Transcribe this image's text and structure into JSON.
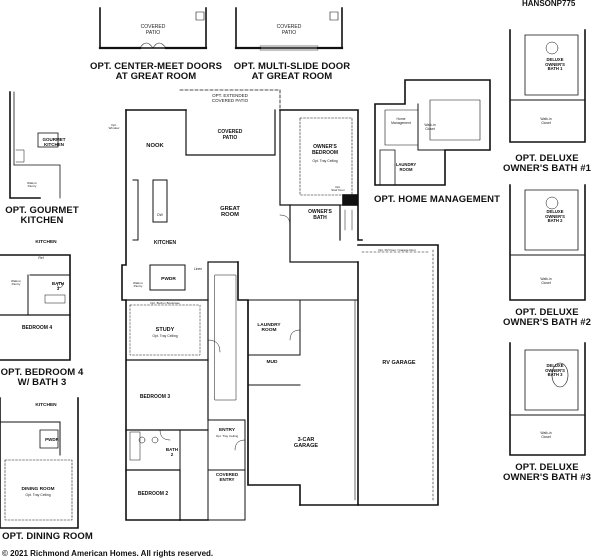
{
  "plan_id": "HANSONP775",
  "copyright": "© 2021 Richmond American Homes. All rights reserved.",
  "option_titles": {
    "center_meet_doors": "OPT. CENTER-MEET DOORS\nAT GREAT ROOM",
    "multi_slide_door": "OPT. MULTI-SLIDE DOOR\nAT GREAT ROOM",
    "gourmet_kitchen": "OPT. GOURMET\nKITCHEN",
    "home_management": "OPT. HOME MANAGEMENT",
    "deluxe_bath_1": "OPT. DELUXE\nOWNER'S BATH #1",
    "deluxe_bath_2": "OPT. DELUXE\nOWNER'S BATH #2",
    "deluxe_bath_3": "OPT. DELUXE\nOWNER'S BATH #3",
    "bedroom4_bath3": "OPT. BEDROOM 4\nW/ BATH 3",
    "dining_room": "OPT. DINING ROOM"
  },
  "rooms": {
    "covered_patio": "COVERED\nPATIO",
    "opt_extended_patio": "OPT. EXTENDED\nCOVERED PATIO",
    "nook": "NOOK",
    "great_room": "GREAT\nROOM",
    "kitchen": "KITCHEN",
    "owners_bedroom": "OWNER'S\nBEDROOM",
    "owners_bedroom_note": "Opt. Tray Ceiling",
    "owners_bath": "OWNER'S\nBATH",
    "study": "STUDY",
    "study_note": "Opt. Tray Ceiling",
    "pwdr": "PWDR",
    "bedroom3": "BEDROOM 3",
    "bedroom2": "BEDROOM 2",
    "bath2": "BATH\n2",
    "entry": "ENTRY",
    "entry_note": "Opt. Tray Ceiling",
    "covered_entry": "COVERED\nENTRY",
    "laundry_room": "LAUNDRY\nROOM",
    "mud": "MUD",
    "garage_3car": "3-CAR\nGARAGE",
    "rv_garage": "RV GARAGE",
    "gourmet_kitchen": "GOURMET\nKITCHEN",
    "walkin_pantry": "Walk-in\nPantry",
    "bath3": "BATH\n3",
    "bedroom4": "BEDROOM 4",
    "dining_room": "DINING ROOM",
    "dining_note": "Opt. Tray Ceiling",
    "home_management": "Home\nManagement",
    "laundry_room_opt": "LAUNDRY\nROOM",
    "deluxe_bath_1": "DELUXE\nOWNER'S\nBATH 1",
    "deluxe_bath_2": "DELUXE\nOWNER'S\nBATH 2",
    "deluxe_bath_3": "DELUXE\nOWNER'S\nBATH 3",
    "walkin_closet": "Walk-in\nCloset",
    "linen": "Linen",
    "ref": "Ref",
    "dw": "DW",
    "opt_window": "Opt.\nWindow",
    "opt_stair_door": "Opt.\nStair Door",
    "opt_built_in_bookcase": "Opt. Built-in Bookcase",
    "opt_rv_door": "Opt. RV Door / Garage Door"
  }
}
